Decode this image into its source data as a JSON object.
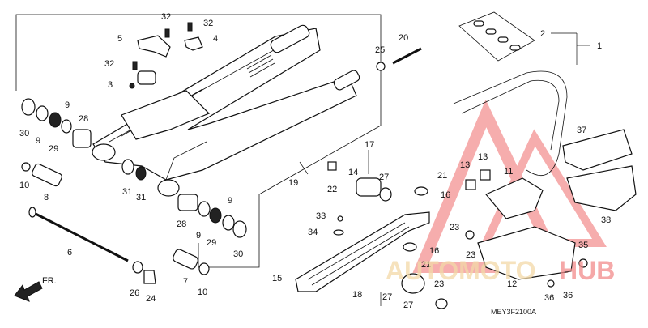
{
  "diagram": {
    "code": "MEY3F2100A",
    "direction_label": "FR.",
    "callouts": [
      "1",
      "2",
      "3",
      "4",
      "5",
      "6",
      "7",
      "8",
      "9",
      "9",
      "9",
      "9",
      "10",
      "10",
      "11",
      "12",
      "13",
      "13",
      "14",
      "15",
      "16",
      "16",
      "17",
      "18",
      "19",
      "20",
      "21",
      "21",
      "22",
      "23",
      "23",
      "23",
      "24",
      "25",
      "26",
      "27",
      "27",
      "27",
      "28",
      "28",
      "29",
      "29",
      "30",
      "30",
      "31",
      "31",
      "32",
      "32",
      "32",
      "33",
      "34",
      "35",
      "36",
      "36",
      "37",
      "38"
    ]
  },
  "watermark": {
    "brand_part1": "AUTOMOTO",
    "brand_part2": "HUB",
    "color_primary": "#f28c8c",
    "color_secondary": "#f3d9a8"
  }
}
